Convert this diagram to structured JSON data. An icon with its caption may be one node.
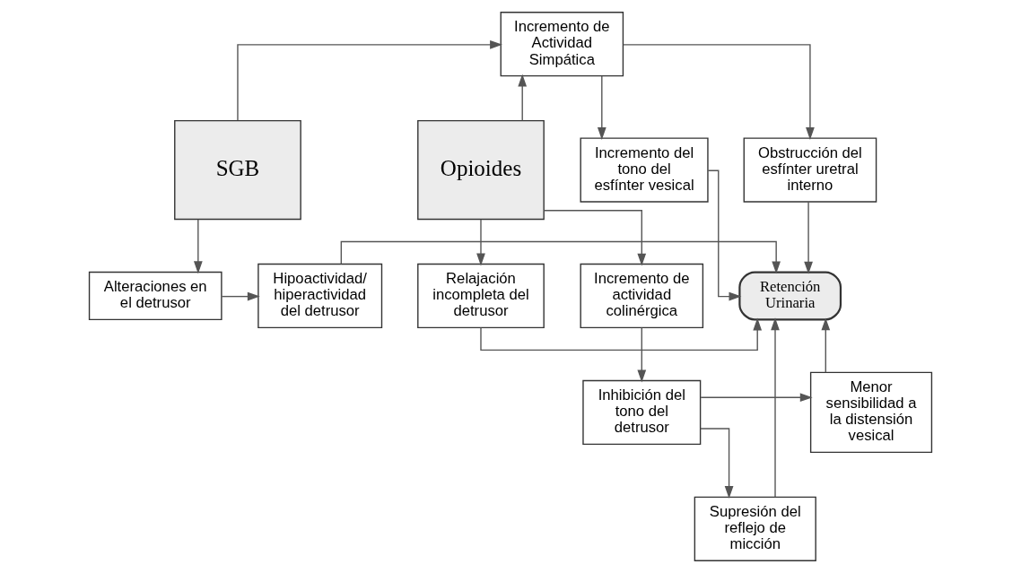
{
  "diagram": {
    "nodes": [
      {
        "text": [
          "Incremento de Actividad Simpática"
        ]
      },
      {
        "text": [
          "SGB"
        ]
      },
      {
        "text": [
          "Incremento del tono del esfínter vesical"
        ]
      },
      {
        "text": [
          "Obstrucción del esfínter uretral interno"
        ]
      },
      {
        "text": [
          "Opioides"
        ]
      },
      {
        "text": [
          "Alteraciones en el detrusor"
        ]
      },
      {
        "text": [
          "Hipoactividad/ hiperactividad del detrusor"
        ]
      },
      {
        "text": [
          "Retención Urinaria"
        ]
      },
      {
        "text": [
          "Relajación incompleta del detrusor"
        ]
      },
      {
        "text": [
          "Incremento de actividad colinérgica"
        ]
      },
      {
        "text": [
          "Menor sensibilidad a la distensión vesical"
        ]
      },
      {
        "text": [
          "Inhibición del tono del detrusor"
        ]
      },
      {
        "text": [
          "Supresión del reflejo de micción"
        ]
      }
    ],
    "edges": [
      {
        "from": 1,
        "to": 0,
        "arrow": "to"
      },
      {
        "from": 4,
        "to": 0,
        "arrow": "to"
      },
      {
        "from": 0,
        "to": 2,
        "arrow": "to"
      },
      {
        "from": 0,
        "to": 3,
        "arrow": "to"
      },
      {
        "from": 2,
        "to": 7,
        "arrow": "to"
      },
      {
        "from": 3,
        "to": 7,
        "arrow": "to"
      },
      {
        "from": 1,
        "to": 5,
        "arrow": "to"
      },
      {
        "from": 5,
        "to": 6,
        "arrow": "to"
      },
      {
        "from": 6,
        "to": 7,
        "arrow": "to"
      },
      {
        "from": 4,
        "to": 8,
        "arrow": "to"
      },
      {
        "from": 8,
        "to": 7,
        "arrow": "to"
      },
      {
        "from": 4,
        "to": 9,
        "arrow": "to"
      },
      {
        "from": 9,
        "to": 11,
        "arrow": "to"
      },
      {
        "from": 11,
        "to": 10,
        "arrow": "to"
      },
      {
        "from": 11,
        "to": 12,
        "arrow": "to"
      },
      {
        "from": 10,
        "to": 7,
        "arrow": "to"
      },
      {
        "from": 12,
        "to": 7,
        "arrow": "to"
      }
    ]
  }
}
